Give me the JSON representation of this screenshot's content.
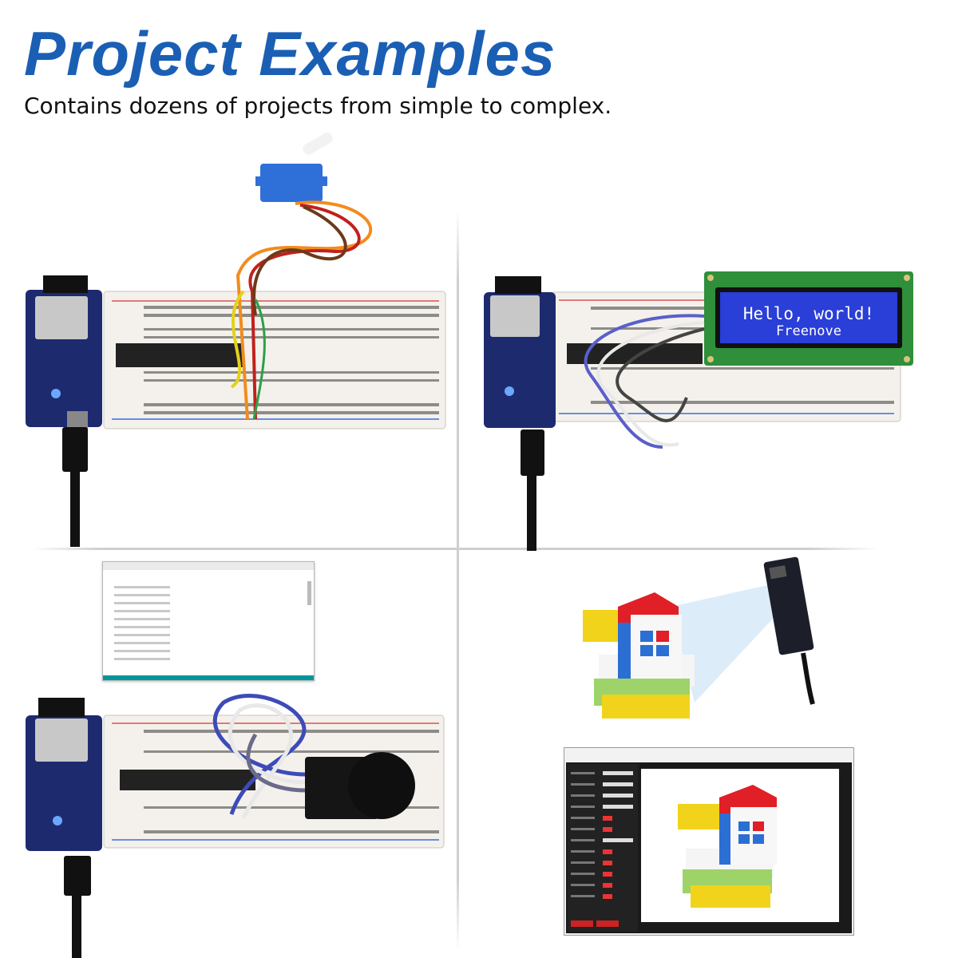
{
  "header": {
    "title": "Project Examples",
    "subtitle": "Contains dozens of projects from simple to complex."
  },
  "lcd": {
    "line1": "Hello, world!",
    "line2": "Freenove"
  },
  "colors": {
    "title": "#1a5fb4",
    "board": "#1e2a6e",
    "breadboard": "#f4f1ec",
    "lcd_bg": "#2a3ed8",
    "lcd_pcb": "#2f8f3a",
    "serial_accent": "#00979c"
  },
  "panels": [
    {
      "id": "servo",
      "icon": "servo-icon"
    },
    {
      "id": "lcd",
      "icon": "lcd-display-icon"
    },
    {
      "id": "joystick",
      "icon": "joystick-icon"
    },
    {
      "id": "camera",
      "icon": "camera-icon"
    }
  ]
}
